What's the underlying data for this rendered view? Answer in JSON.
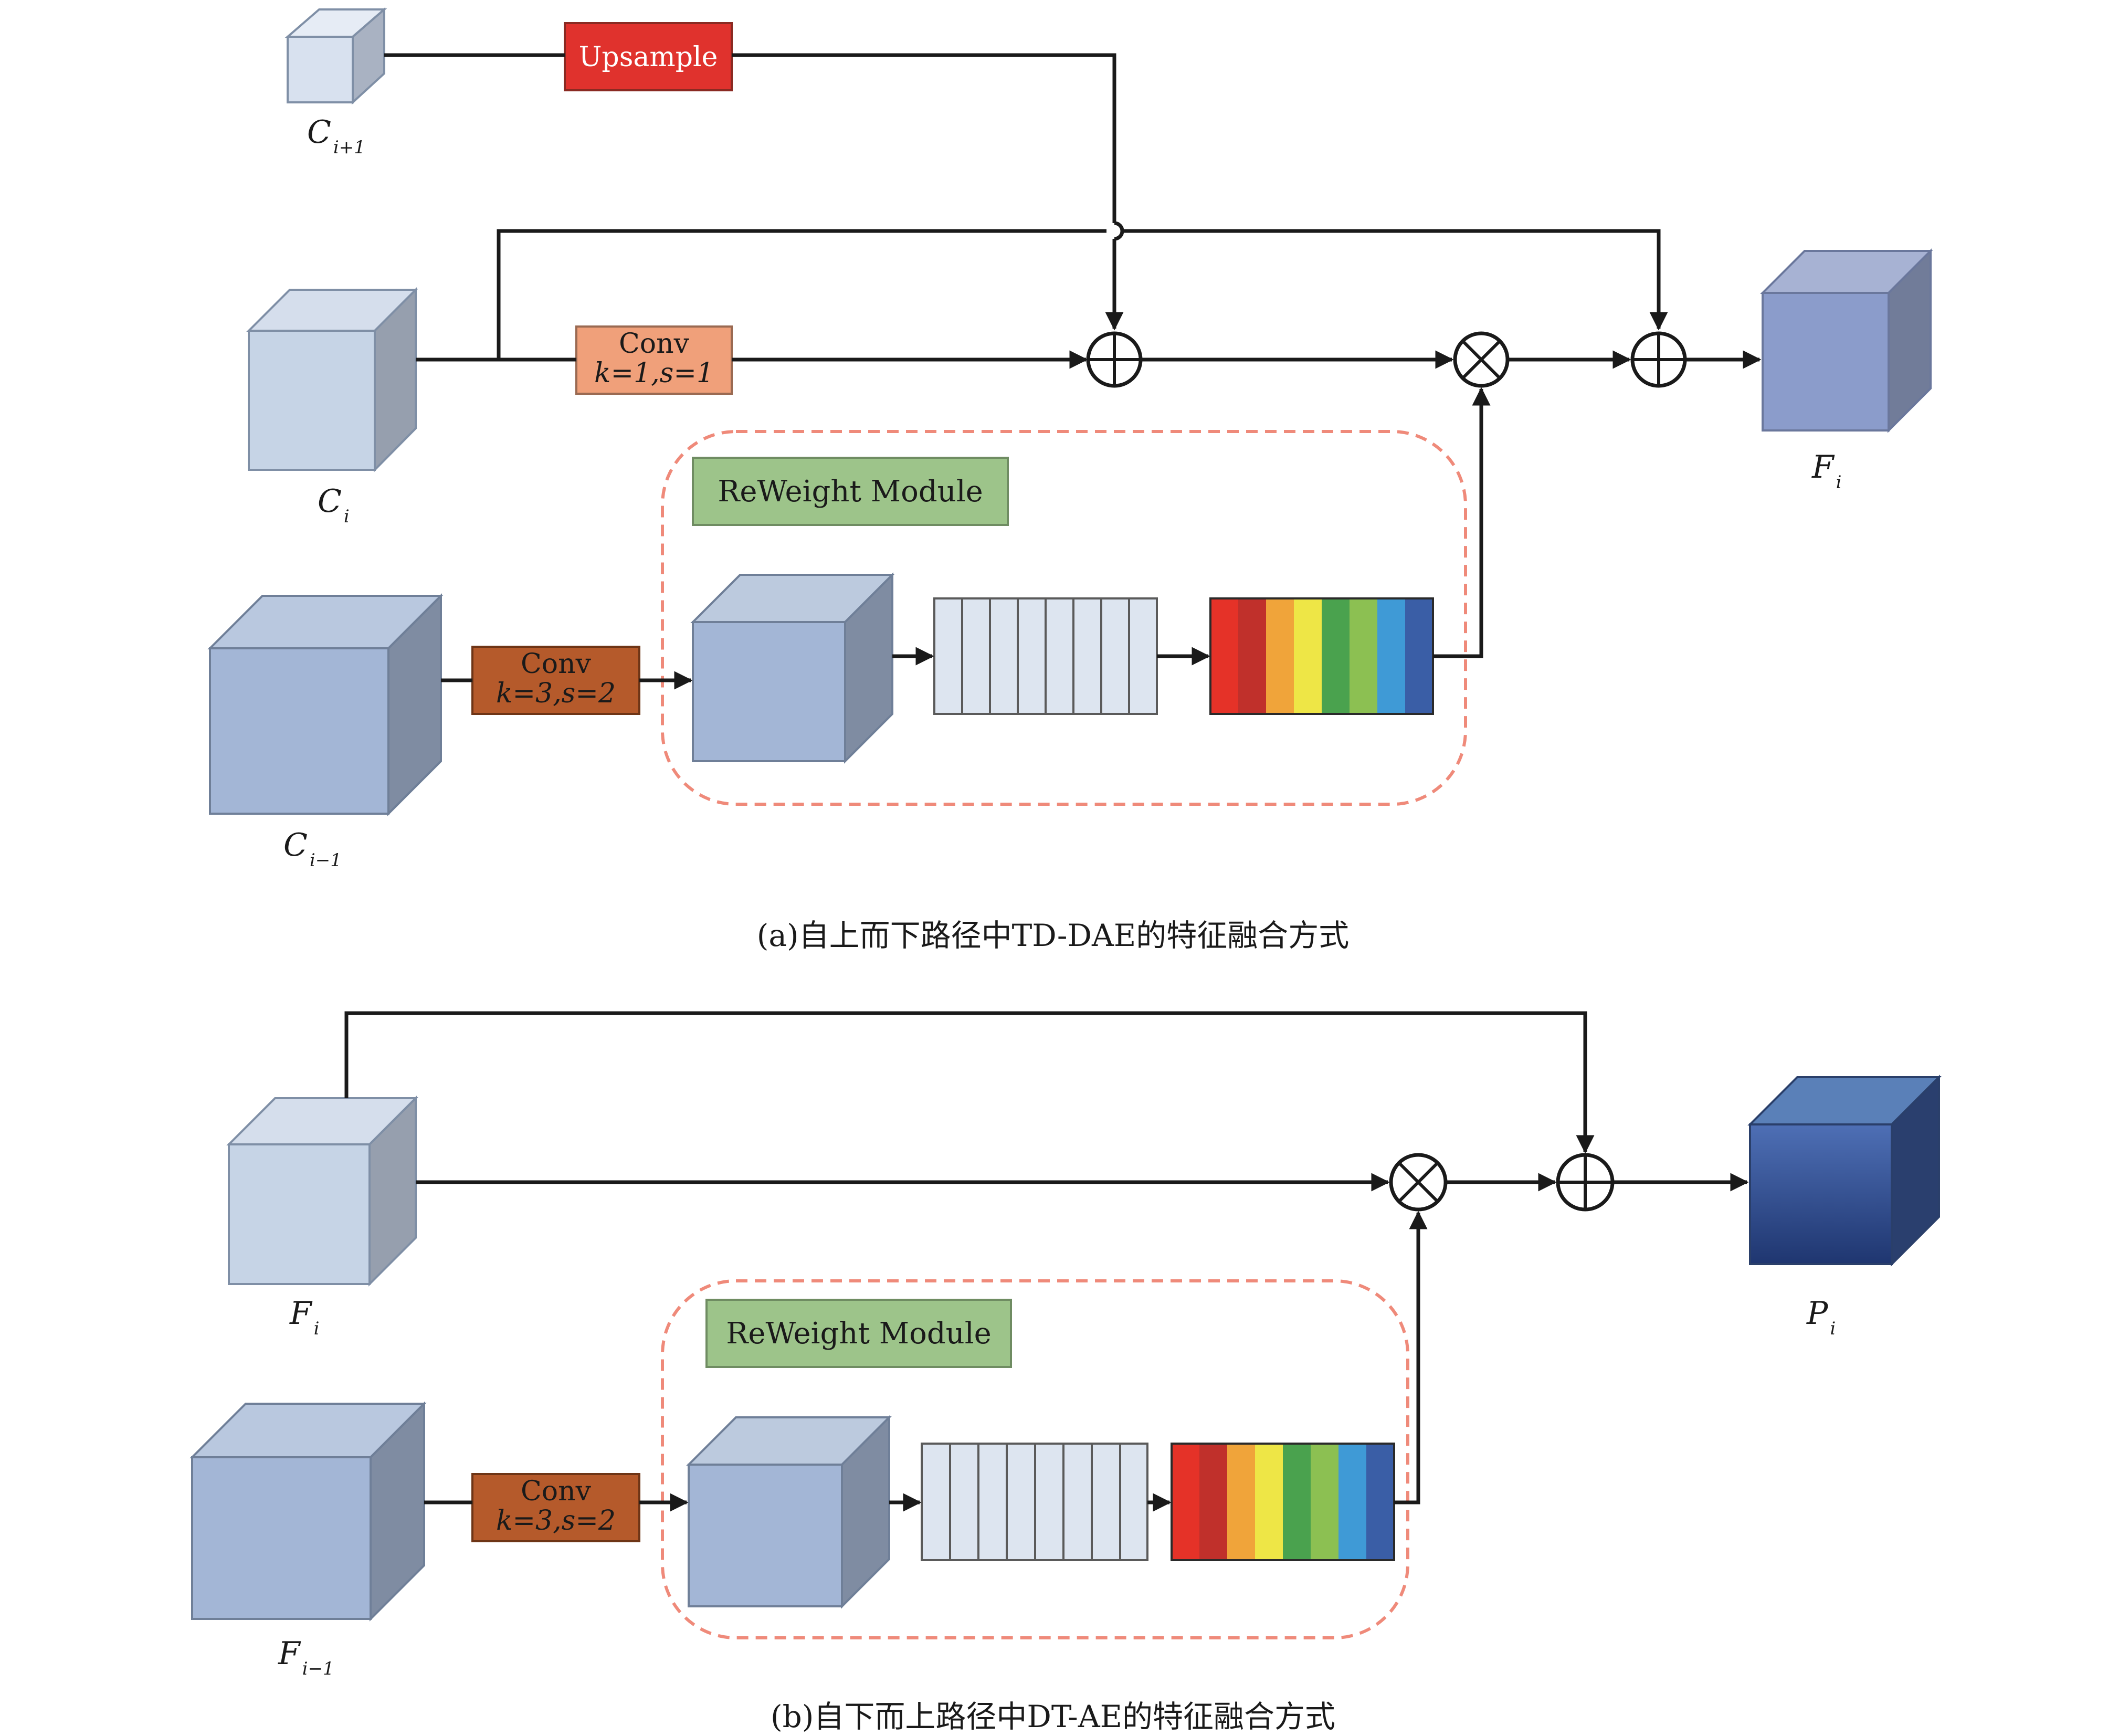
{
  "colors": {
    "upsample": "#e0322d",
    "conv_light": "#f0a07a",
    "conv_dark": "#b55a2b",
    "reweight": "#9dc48a",
    "cube_light_front": "#c6d4e6",
    "cube_mid_front": "#a3b6d6",
    "cube_output_a": "#8b9ccb",
    "cube_output_b": "#2f4f8f",
    "dash": "#ef8a7a",
    "rainbow": [
      "#e53228",
      "#c0302b",
      "#f0a43a",
      "#eee646",
      "#4aa24e",
      "#8cc052",
      "#3f9ad6",
      "#3a5ea6"
    ]
  },
  "panel_a": {
    "c_up_label": "C",
    "c_up_sub": "i+1",
    "c_label": "C",
    "c_sub": "i",
    "c_down_label": "C",
    "c_down_sub": "i−1",
    "f_label": "F",
    "f_sub": "i",
    "upsample": "Upsample",
    "conv1_title": "Conv",
    "conv1_params": "k=1,s=1",
    "conv2_title": "Conv",
    "conv2_params": "k=3,s=2",
    "reweight": "ReWeight Module",
    "caption": "(a)自上而下路径中TD-DAE的特征融合方式"
  },
  "panel_b": {
    "f_label": "F",
    "f_sub": "i",
    "f_down_label": "F",
    "f_down_sub": "i−1",
    "p_label": "P",
    "p_sub": "i",
    "conv_title": "Conv",
    "conv_params": "k=3,s=2",
    "reweight": "ReWeight Module",
    "caption": "(b)自下而上路径中DT-AE的特征融合方式"
  }
}
